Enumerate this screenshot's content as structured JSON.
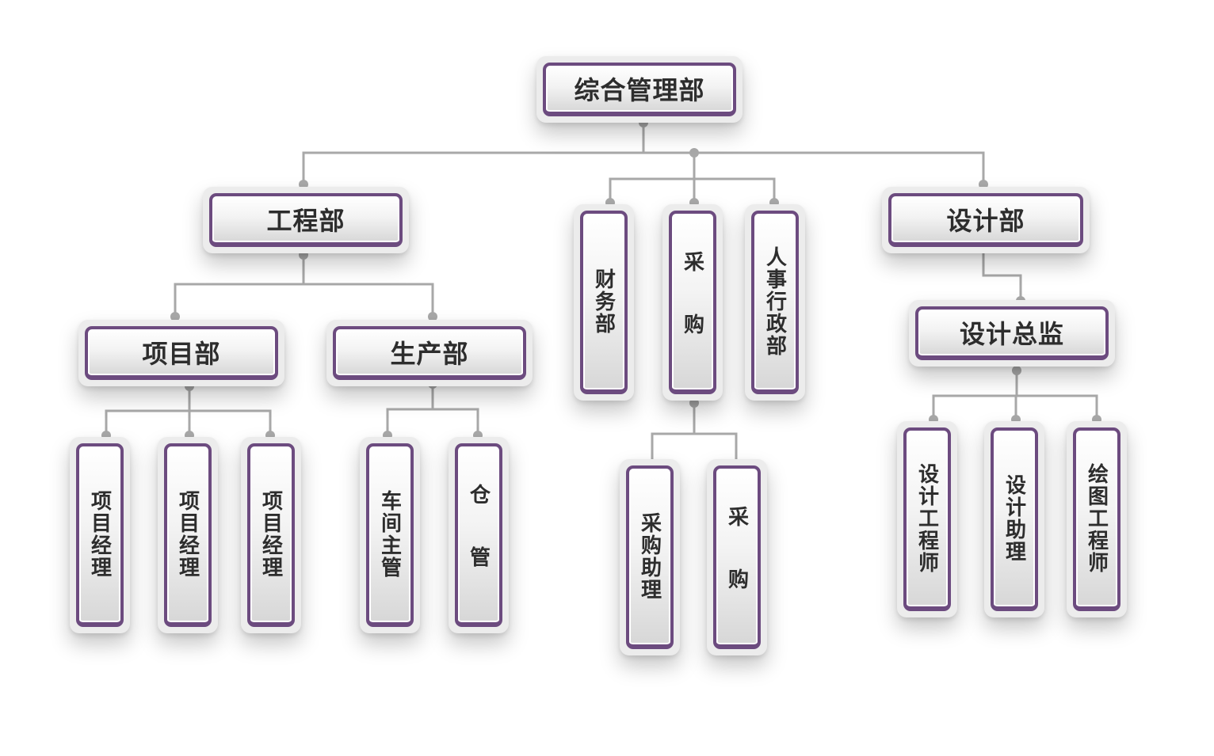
{
  "root": {
    "label": "综合管理部"
  },
  "departments": {
    "engineering": {
      "label": "工程部"
    },
    "design": {
      "label": "设计部"
    },
    "finance": {
      "label": "财务部"
    },
    "purchasing": {
      "label": "采 购"
    },
    "hr_admin": {
      "label": "人事行政部"
    }
  },
  "engineering_units": {
    "project": {
      "label": "项目部"
    },
    "production": {
      "label": "生产部"
    }
  },
  "project_managers": [
    {
      "label": "项目经理"
    },
    {
      "label": "项目经理"
    },
    {
      "label": "项目经理"
    }
  ],
  "production_staff": [
    {
      "label": "车间主管"
    },
    {
      "label": "仓 管"
    }
  ],
  "purchasing_staff": [
    {
      "label": "采购助理"
    },
    {
      "label": "采 购"
    }
  ],
  "design_director": {
    "label": "设计总监"
  },
  "design_staff": [
    {
      "label": "设计工程师"
    },
    {
      "label": "设计助理"
    },
    {
      "label": "绘图工程师"
    }
  ],
  "colors": {
    "frame": "#6c4b7f",
    "connector": "#a8a8a8",
    "node_text": "#2d2d2d"
  }
}
